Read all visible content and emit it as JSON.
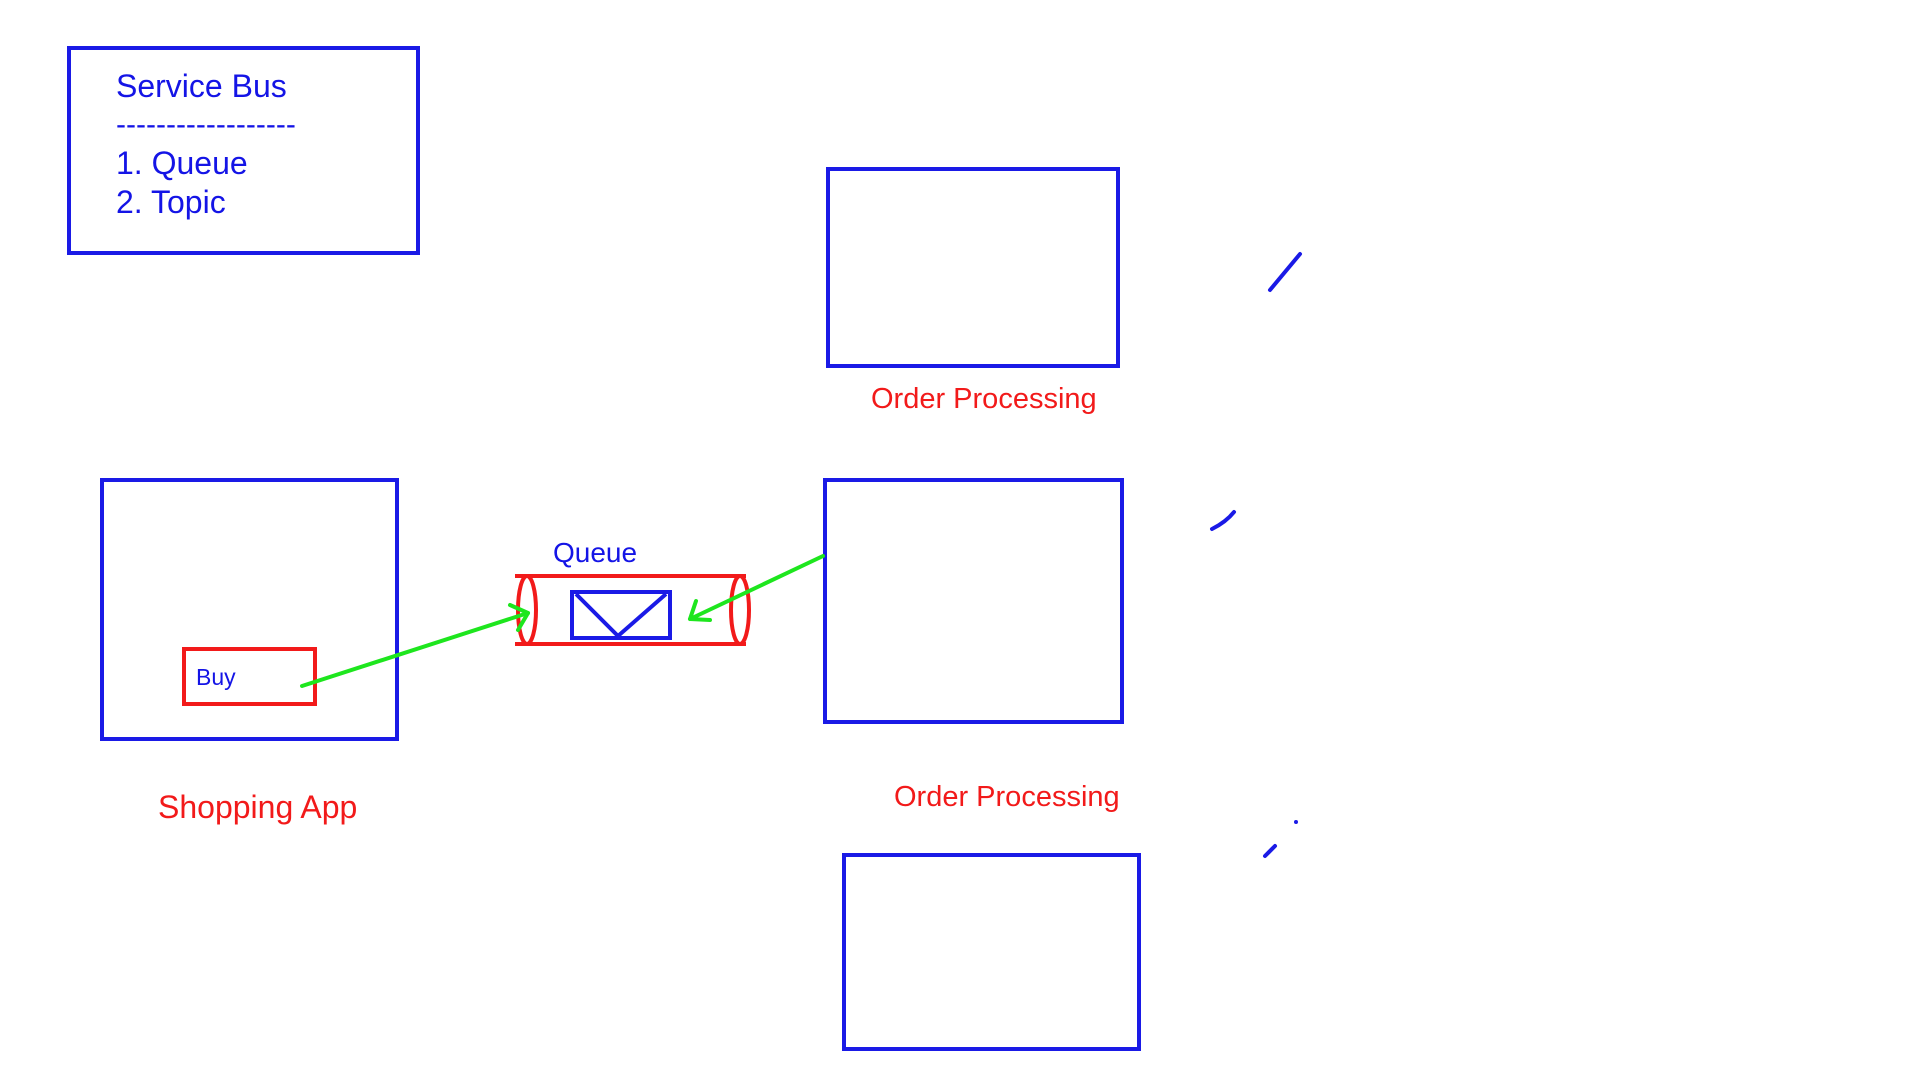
{
  "colors": {
    "blue": "#1a1ae6",
    "red": "#f21a1a",
    "green": "#1ee61e",
    "background": "#ffffff"
  },
  "legend": {
    "title": "Service Bus",
    "separator": "------------------",
    "items": [
      "1. Queue",
      "2. Topic"
    ]
  },
  "shopping_app": {
    "label": "Shopping App",
    "button_label": "Buy"
  },
  "queue": {
    "label": "Queue",
    "message_icon": "envelope-icon"
  },
  "consumers": [
    {
      "label": "Order Processing"
    },
    {
      "label": "Order Processing"
    },
    {
      "label": ""
    }
  ]
}
